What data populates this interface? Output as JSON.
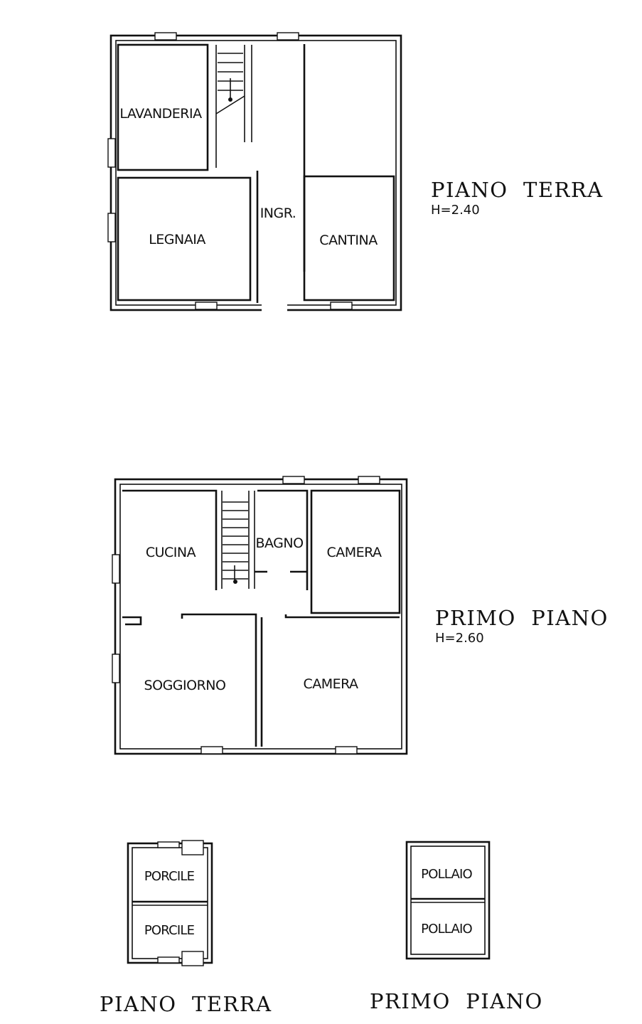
{
  "ground_floor": {
    "title": "PIANO  TERRA",
    "height": "H=2.40",
    "rooms": {
      "lavanderia": "LAVANDERIA",
      "ingresso": "INGR.",
      "legnaia": "LEGNAIA",
      "cantina": "CANTINA"
    }
  },
  "first_floor": {
    "title": "PRIMO  PIANO",
    "height": "H=2.60",
    "rooms": {
      "cucina": "CUCINA",
      "bagno": "BAGNO",
      "camera_top": "CAMERA",
      "soggiorno": "SOGGIORNO",
      "camera_bottom": "CAMERA"
    }
  },
  "annex_ground": {
    "title": "PIANO  TERRA",
    "rooms": [
      "PORCILE",
      "PORCILE"
    ]
  },
  "annex_first": {
    "title": "PRIMO  PIANO",
    "rooms": [
      "POLLAIO",
      "POLLAIO"
    ]
  }
}
